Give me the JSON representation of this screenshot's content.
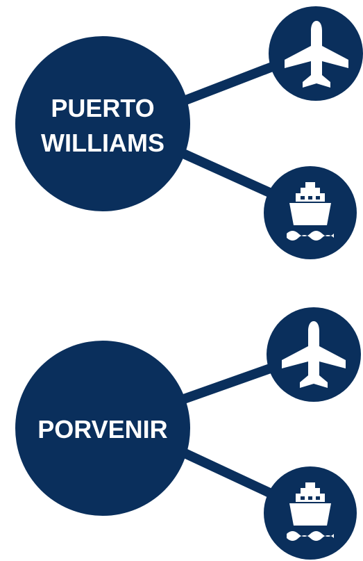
{
  "colors": {
    "navy": "#0a2f5c",
    "white": "#ffffff"
  },
  "groups": [
    {
      "city_line1": "PUERTO",
      "city_line2": "WILLIAMS",
      "top_icon": "airplane-icon",
      "bottom_icon": "ship-icon"
    },
    {
      "city_line1": "PORVENIR",
      "top_icon": "airplane-icon",
      "bottom_icon": "ship-icon"
    }
  ]
}
